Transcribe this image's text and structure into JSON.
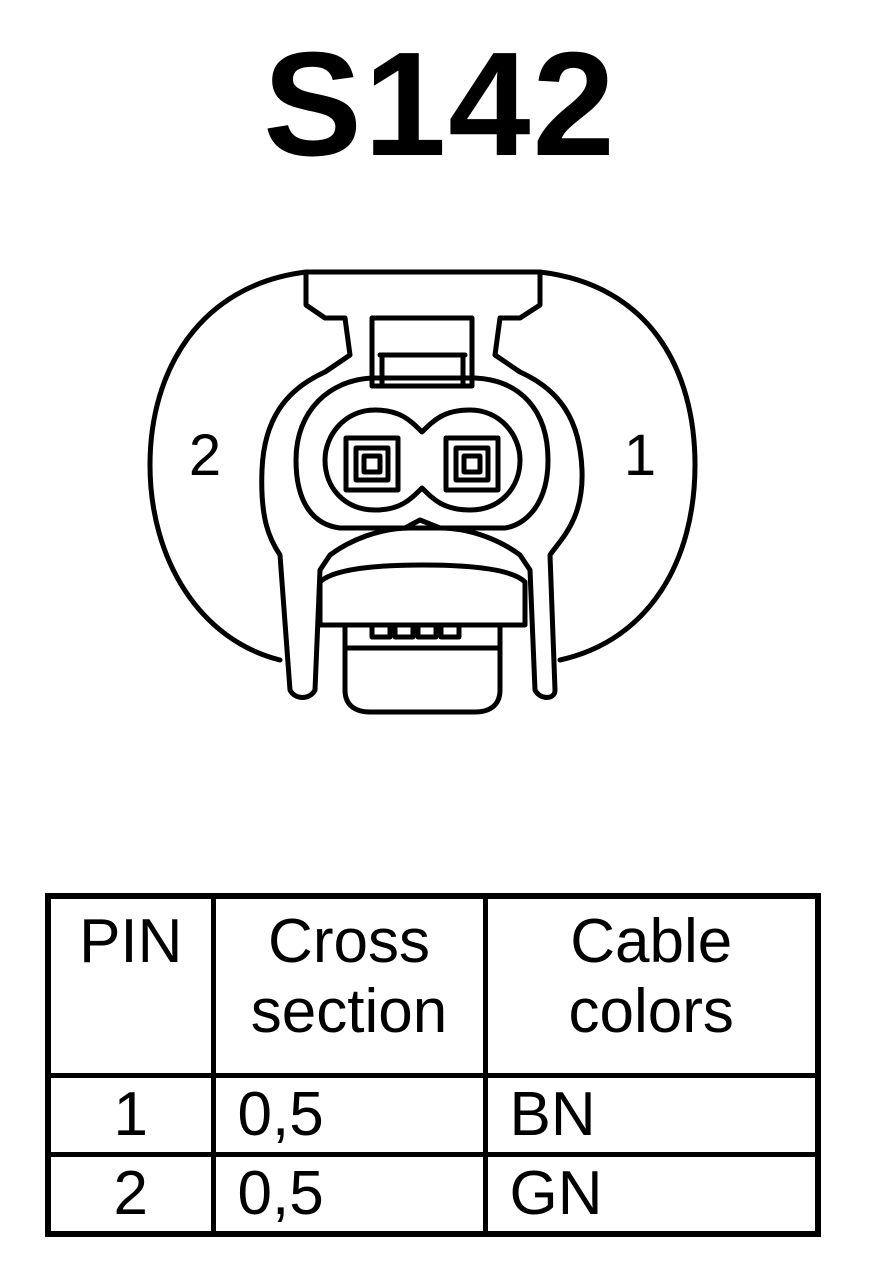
{
  "connector": {
    "title": "S142",
    "pin_labels": {
      "left": "2",
      "right": "1"
    }
  },
  "table": {
    "headers": {
      "pin": "PIN",
      "cross_section_line1": "Cross",
      "cross_section_line2": "section",
      "cable_colors_line1": "Cable",
      "cable_colors_line2": "colors"
    },
    "rows": [
      {
        "pin": "1",
        "cross_section": "0,5",
        "color": "BN"
      },
      {
        "pin": "2",
        "cross_section": "0,5",
        "color": "GN"
      }
    ]
  }
}
